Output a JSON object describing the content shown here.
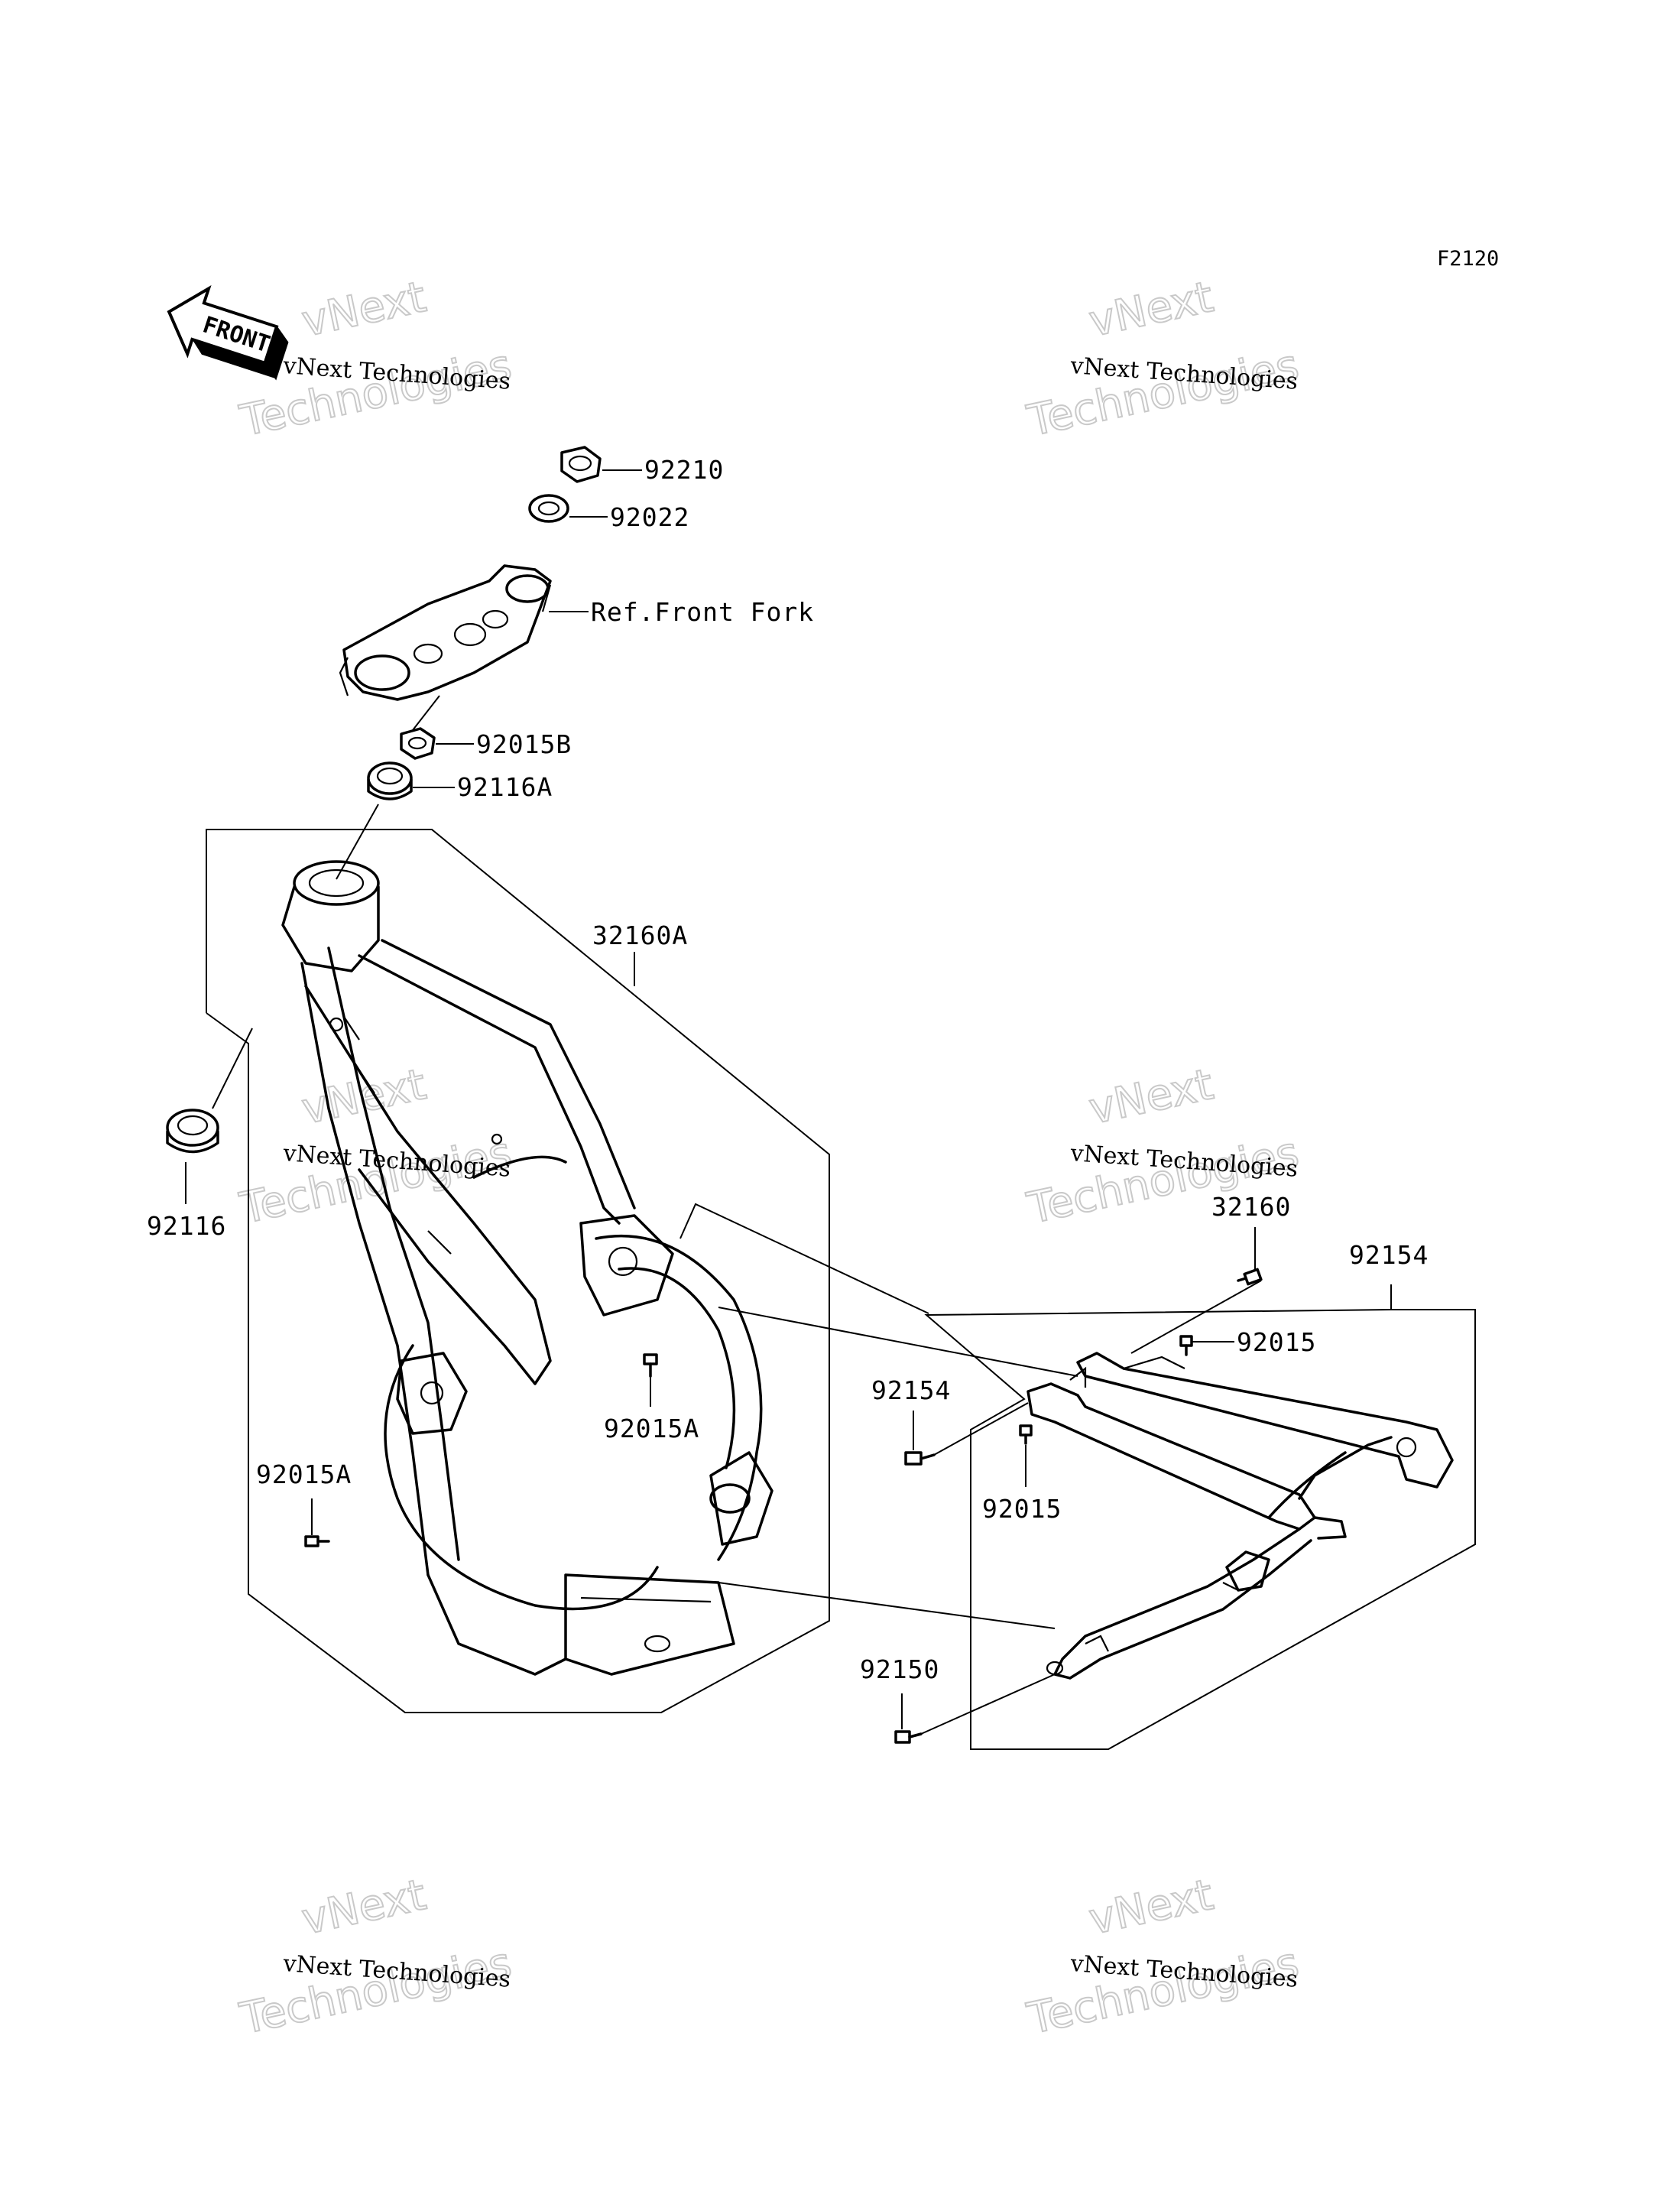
{
  "diagram": {
    "code": "F2120",
    "front_label": "FRONT",
    "watermark": {
      "line1": "vNext Technologies",
      "line2": "vNext Technologies"
    },
    "callouts": [
      {
        "id": "c1",
        "text": "92210"
      },
      {
        "id": "c2",
        "text": "92022"
      },
      {
        "id": "c3",
        "text": "Ref.Front Fork"
      },
      {
        "id": "c4",
        "text": "92015B"
      },
      {
        "id": "c5",
        "text": "92116A"
      },
      {
        "id": "c6",
        "text": "32160A"
      },
      {
        "id": "c7",
        "text": "92116"
      },
      {
        "id": "c8",
        "text": "92015A"
      },
      {
        "id": "c9",
        "text": "92015A"
      },
      {
        "id": "c10",
        "text": "92154"
      },
      {
        "id": "c11",
        "text": "32160"
      },
      {
        "id": "c12",
        "text": "92015"
      },
      {
        "id": "c13",
        "text": "92154"
      },
      {
        "id": "c14",
        "text": "92015"
      },
      {
        "id": "c15",
        "text": "92150"
      }
    ]
  }
}
